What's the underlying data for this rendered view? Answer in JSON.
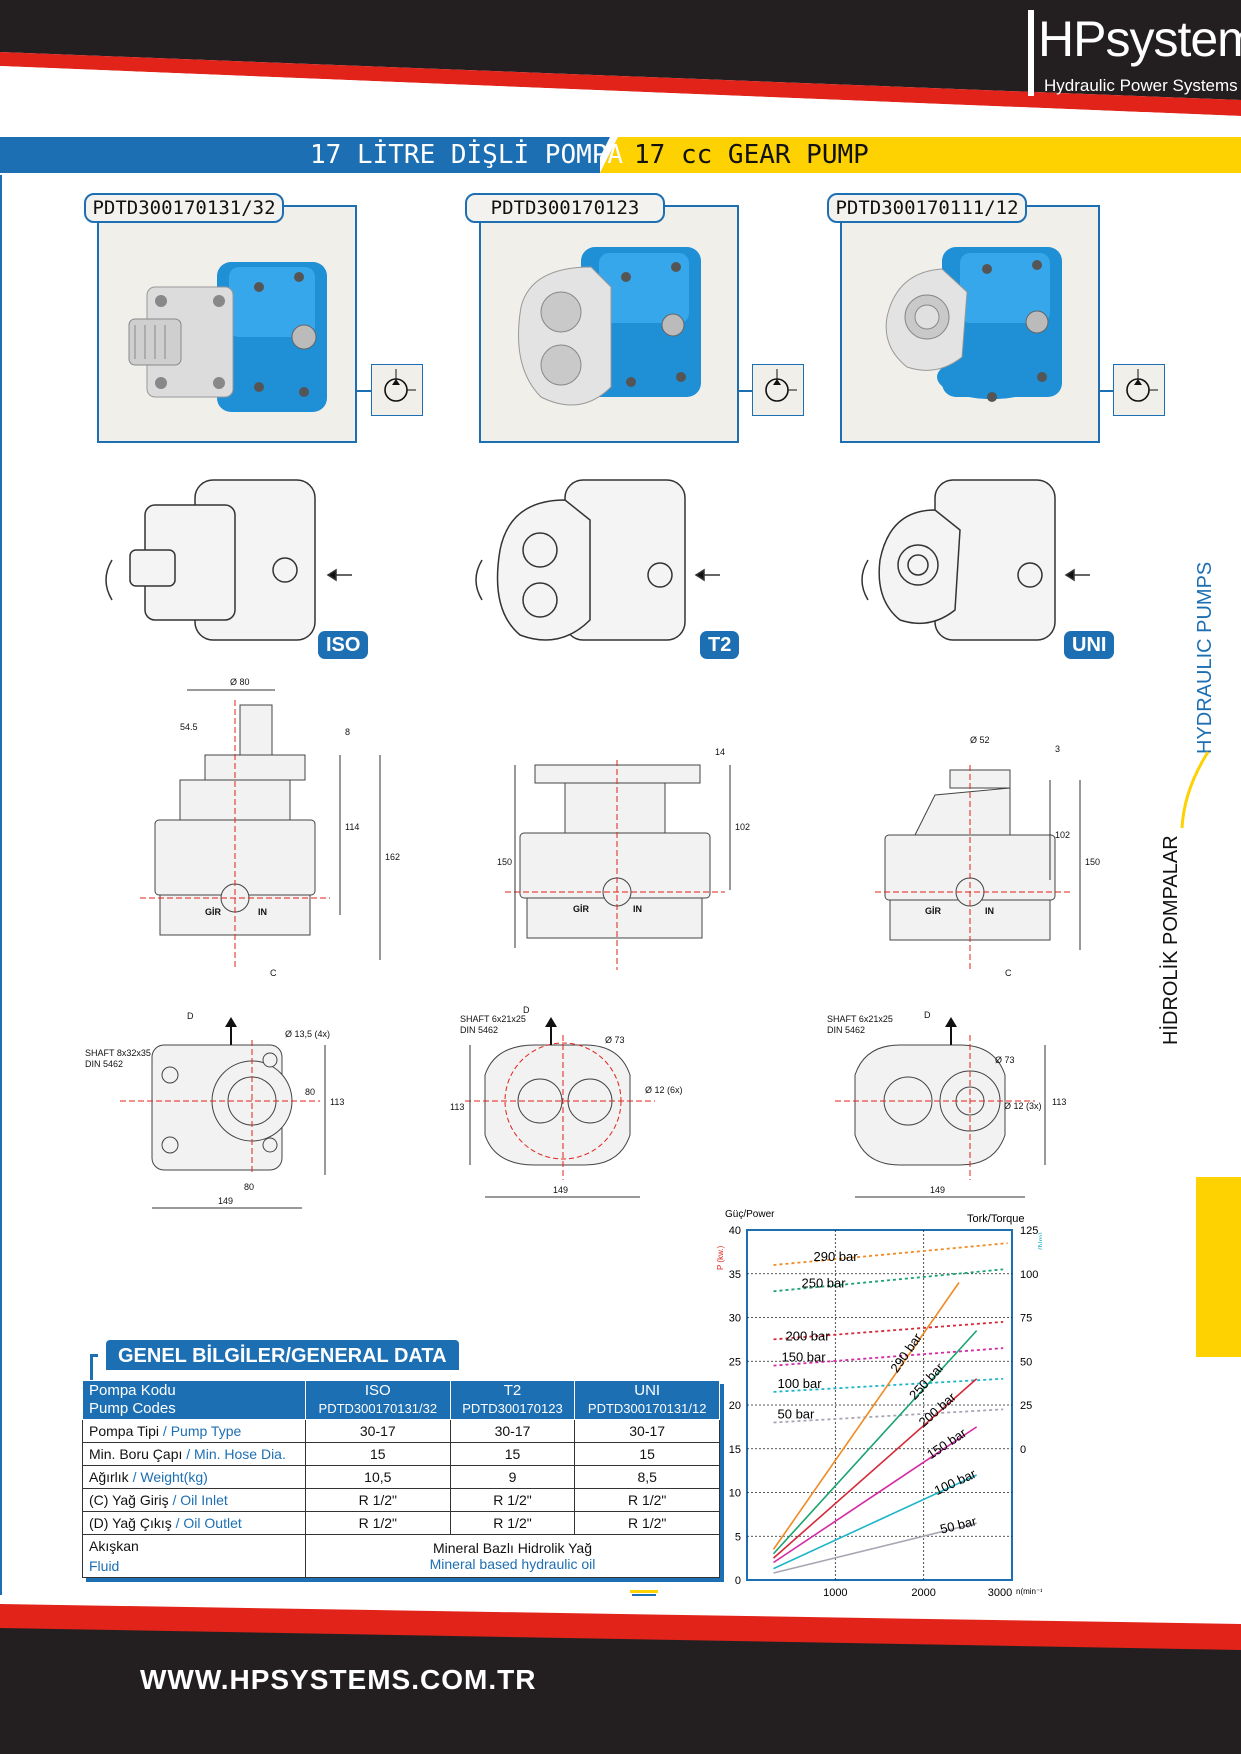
{
  "brand": {
    "logo_text": "HPsystems",
    "tagline": "Hydraulic Power Systems"
  },
  "title": {
    "tr": "17 LİTRE DİŞLİ POMPA",
    "en": "17 cc GEAR PUMP"
  },
  "side": {
    "en": "HYDRAULIC PUMPS",
    "tr": "HİDROLİK POMPALAR"
  },
  "products": [
    {
      "code": "PDTD300170131/32",
      "badge": "ISO"
    },
    {
      "code": "PDTD300170123",
      "badge": "T2"
    },
    {
      "code": "PDTD300170111/12",
      "badge": "UNI"
    }
  ],
  "drawing_labels": {
    "side_views": [
      {
        "dims": [
          "Ø 80",
          "54.5",
          "8",
          "114",
          "162",
          "C"
        ],
        "ports": [
          "GİR",
          "IN"
        ]
      },
      {
        "dims": [
          "14",
          "102",
          "150"
        ],
        "ports": [
          "GİR",
          "IN"
        ]
      },
      {
        "dims": [
          "Ø 52",
          "3",
          "102",
          "150",
          "C"
        ],
        "ports": [
          "GİR",
          "IN"
        ]
      }
    ],
    "front_views": [
      {
        "shaft": [
          "SHAFT 8x32x35",
          "DIN 5462"
        ],
        "dims": [
          "D",
          "Ø 13,5 (4x)",
          "80",
          "113",
          "80",
          "149"
        ]
      },
      {
        "shaft": [
          "SHAFT 6x21x25",
          "DIN 5462"
        ],
        "dims": [
          "D",
          "Ø 73",
          "Ø 12 (6x)",
          "113",
          "149"
        ]
      },
      {
        "shaft": [
          "SHAFT 6x21x25",
          "DIN 5462"
        ],
        "dims": [
          "D",
          "Ø 73",
          "Ø 12 (3x)",
          "113",
          "149"
        ]
      }
    ]
  },
  "general_data": {
    "heading": "GENEL BİLGİLER/GENERAL DATA",
    "header_row": {
      "tr": "Pompa Kodu",
      "en": "Pump Codes",
      "cols": [
        {
          "name": "ISO",
          "code": "PDTD300170131/32"
        },
        {
          "name": "T2",
          "code": "PDTD300170123"
        },
        {
          "name": "UNI",
          "code": "PDTD300170131/12"
        }
      ]
    },
    "rows": [
      {
        "tr": "Pompa Tipi",
        "en": "Pump Type",
        "values": [
          "30-17",
          "30-17",
          "30-17"
        ]
      },
      {
        "tr": "Min.  Boru Çapı",
        "en": "Min. Hose Dia.",
        "values": [
          "15",
          "15",
          "15"
        ]
      },
      {
        "tr": "Ağırlık",
        "en": "Weight(kg)",
        "values": [
          "10,5",
          "9",
          "8,5"
        ]
      },
      {
        "tr": "(C) Yağ Giriş",
        "en": "Oil Inlet",
        "values": [
          "R 1/2\"",
          "R 1/2\"",
          "R 1/2\""
        ]
      },
      {
        "tr": "(D) Yağ Çıkış",
        "en": "Oil Outlet",
        "values": [
          "R 1/2\"",
          "R 1/2\"",
          "R 1/2\""
        ]
      }
    ],
    "fluid": {
      "tr": "Akışkan",
      "en": "Fluid",
      "value_tr": "Mineral Bazlı Hidrolik Yağ",
      "value_en": "Mineral based hydraulic oil"
    }
  },
  "chart_data": {
    "type": "line",
    "title_left": "Güç/Power",
    "title_right": "Tork/Torque",
    "ylabel_left": "P (kw.)",
    "ylabel_right": "(Nm)",
    "xlabel": "n(min⁻¹)",
    "x_ticks": [
      1000,
      2000,
      3000
    ],
    "y_left_ticks": [
      0,
      5,
      10,
      15,
      20,
      25,
      30,
      35,
      40
    ],
    "y_right_ticks": [
      "0",
      "25",
      "50",
      "75",
      "100",
      "125"
    ],
    "xlim": [
      0,
      3000
    ],
    "ylim": [
      0,
      40
    ],
    "grid": true,
    "power_series": [
      {
        "name": "290 bar",
        "color": "#f08a24",
        "x": [
          300,
          2400
        ],
        "y": [
          3.5,
          34
        ]
      },
      {
        "name": "250 bar",
        "color": "#1aa36f",
        "x": [
          300,
          2600
        ],
        "y": [
          3,
          28.5
        ]
      },
      {
        "name": "200 bar",
        "color": "#d42a3a",
        "x": [
          300,
          2600
        ],
        "y": [
          2.5,
          23
        ]
      },
      {
        "name": "150 bar",
        "color": "#d42aa5",
        "x": [
          300,
          2600
        ],
        "y": [
          2,
          17.5
        ]
      },
      {
        "name": "100 bar",
        "color": "#1fb5c9",
        "x": [
          300,
          2600
        ],
        "y": [
          1.3,
          12
        ]
      },
      {
        "name": "50 bar",
        "color": "#a6a6b3",
        "x": [
          300,
          2600
        ],
        "y": [
          0.8,
          6.5
        ]
      }
    ],
    "torque_series": [
      {
        "name": "290 bar",
        "color": "#f08a24",
        "x": [
          300,
          2950
        ],
        "y": [
          36,
          38.5
        ]
      },
      {
        "name": "250 bar",
        "color": "#1aa36f",
        "x": [
          300,
          2900
        ],
        "y": [
          33,
          35.5
        ]
      },
      {
        "name": "200 bar",
        "color": "#d42a3a",
        "x": [
          300,
          2900
        ],
        "y": [
          27.5,
          29.5
        ]
      },
      {
        "name": "150 bar",
        "color": "#d42aa5",
        "x": [
          300,
          2900
        ],
        "y": [
          24.5,
          26.5
        ]
      },
      {
        "name": "100 bar",
        "color": "#1fb5c9",
        "x": [
          300,
          2900
        ],
        "y": [
          21.5,
          23
        ]
      },
      {
        "name": "50 bar",
        "color": "#a6a6b3",
        "x": [
          300,
          2900
        ],
        "y": [
          18,
          19.5
        ]
      }
    ]
  },
  "footer": {
    "url": "WWW.HPSYSTEMS.COM.TR"
  }
}
